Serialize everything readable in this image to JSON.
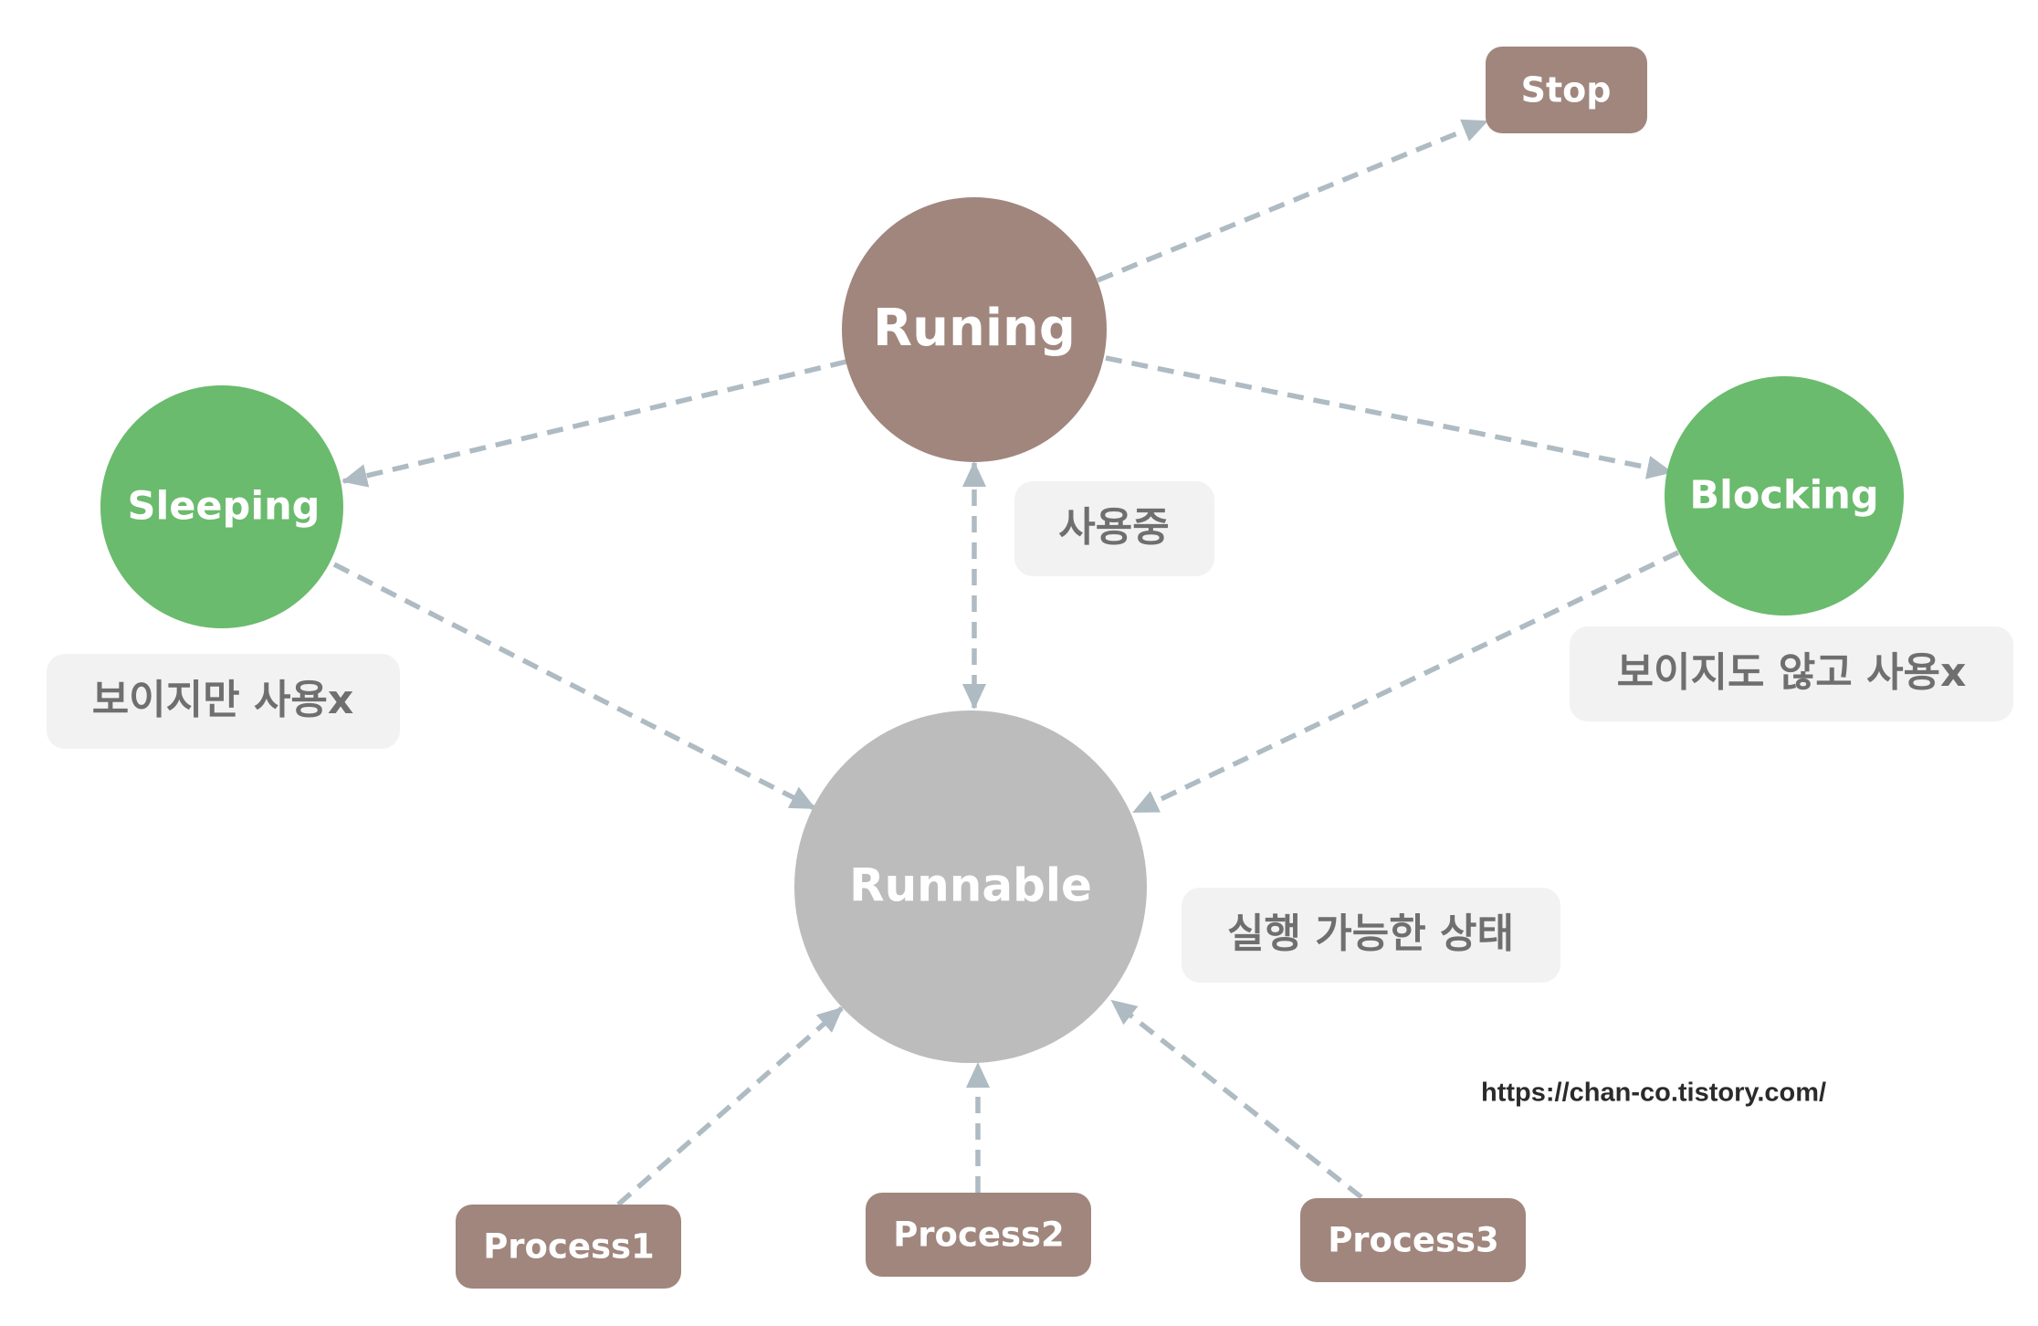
{
  "colors": {
    "running": "#a0867d",
    "sleeping_blocking": "#6abb6d",
    "runnable": "#bcbcbc",
    "process_stop": "#a0867d",
    "note_bg": "#f2f2f2",
    "note_text": "#6f6f6f",
    "edge": "#aebbc3"
  },
  "nodes": {
    "running": "Runing",
    "sleeping": "Sleeping",
    "blocking": "Blocking",
    "runnable": "Runnable",
    "stop": "Stop",
    "process1": "Process1",
    "process2": "Process2",
    "process3": "Process3"
  },
  "notes": {
    "running": "사용중",
    "sleeping": "보이지만 사용x",
    "blocking": "보이지도 않고 사용x",
    "runnable": "실행 가능한 상태"
  },
  "edges": [
    {
      "from": "running",
      "to": "stop"
    },
    {
      "from": "running",
      "to": "sleeping"
    },
    {
      "from": "running",
      "to": "blocking"
    },
    {
      "from": "running",
      "to": "runnable",
      "bidirectional": true
    },
    {
      "from": "sleeping",
      "to": "runnable"
    },
    {
      "from": "blocking",
      "to": "runnable"
    },
    {
      "from": "process1",
      "to": "runnable"
    },
    {
      "from": "process2",
      "to": "runnable"
    },
    {
      "from": "process3",
      "to": "runnable"
    }
  ],
  "watermark": "https://chan-co.tistory.com/"
}
